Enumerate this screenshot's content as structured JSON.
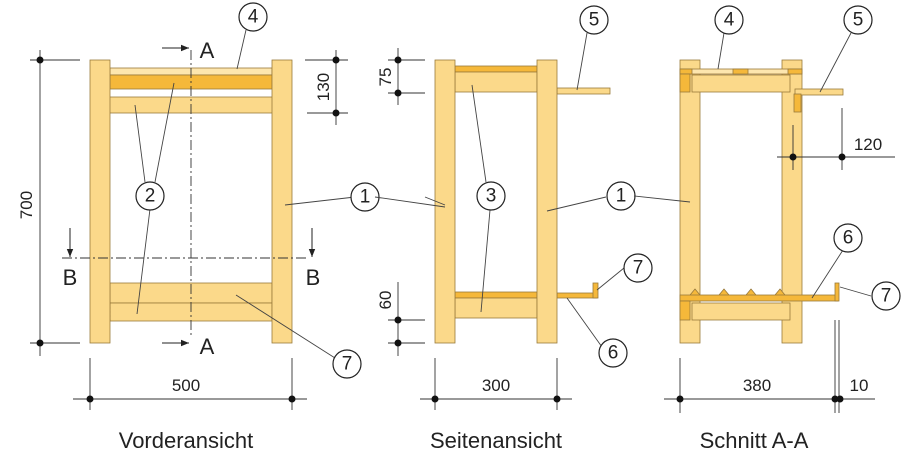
{
  "views": {
    "front": {
      "title": "Vorderansicht",
      "dims": {
        "height": "700",
        "top_offset": "130",
        "width": "500"
      },
      "section_labels": {
        "a_top": "A",
        "a_bottom": "A",
        "b_left": "B",
        "b_right": "B"
      },
      "callouts": [
        "4",
        "2",
        "1",
        "7"
      ]
    },
    "side": {
      "title": "Seitenansicht",
      "dims": {
        "top_offset": "75",
        "bottom_offset": "60",
        "width": "300"
      },
      "callouts": [
        "5",
        "3",
        "1",
        "7",
        "6"
      ]
    },
    "section": {
      "title": "Schnitt A-A",
      "dims": {
        "overhang": "120",
        "depth": "380",
        "lip": "10"
      },
      "callouts": [
        "4",
        "5",
        "6",
        "7"
      ]
    }
  },
  "colors": {
    "wood": "#fbd98a",
    "wood_dark": "#f5b83a"
  }
}
